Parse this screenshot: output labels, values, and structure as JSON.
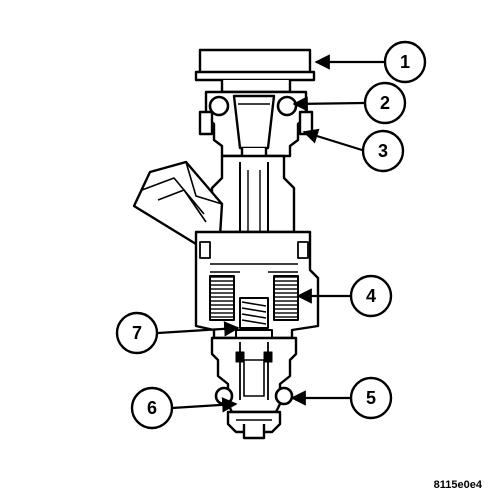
{
  "figure": {
    "reference_code": "8115e0e4",
    "callouts": [
      {
        "id": "1",
        "label": "1"
      },
      {
        "id": "2",
        "label": "2"
      },
      {
        "id": "3",
        "label": "3"
      },
      {
        "id": "4",
        "label": "4"
      },
      {
        "id": "5",
        "label": "5"
      },
      {
        "id": "6",
        "label": "6"
      },
      {
        "id": "7",
        "label": "7"
      }
    ]
  },
  "colors": {
    "ink": "#000000",
    "paper": "#ffffff"
  }
}
